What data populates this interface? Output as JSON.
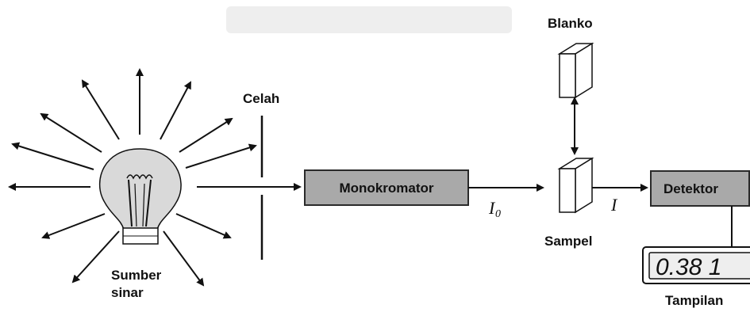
{
  "labels": {
    "watermark": "",
    "source": "Sumber",
    "source2": "sinar",
    "slit": "Celah",
    "monochromator": "Monokromator",
    "i0": "I",
    "i0_sub": "0",
    "i": "I",
    "blank": "Blanko",
    "sample": "Sampel",
    "detector": "Detektor",
    "display": "Tampilan",
    "reading": "0.38 1"
  },
  "colors": {
    "box_fill": "#a9a9a9",
    "box_stroke": "#2a2a2a",
    "bulb_glass": "#d9d9d9",
    "bulb_base": "#ffffff",
    "arrow": "#111111",
    "lcd_bg": "#eeeeee"
  },
  "icons": {
    "bulb": "light-bulb-icon",
    "cuvette": "cuvette-icon"
  }
}
